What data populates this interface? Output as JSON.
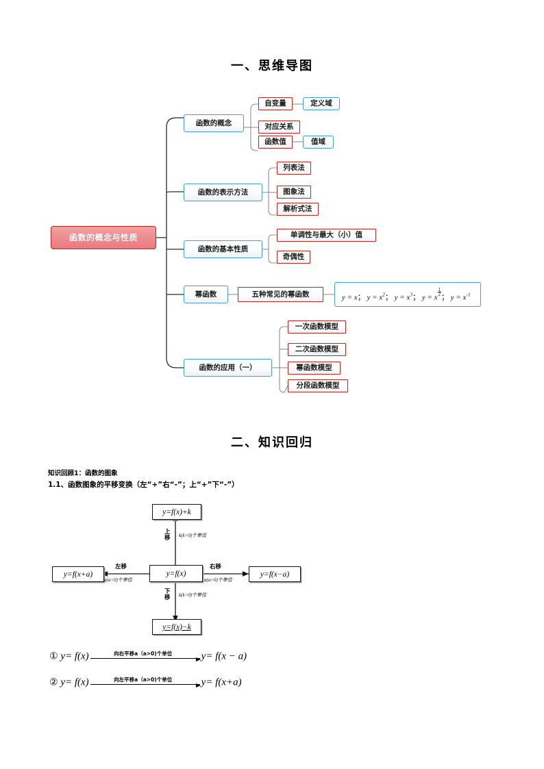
{
  "sections": {
    "one": "一、思维导图",
    "two": "二、知识回归"
  },
  "mindmap": {
    "root": "函数的概念与性质",
    "branches": [
      {
        "label": "函数的概念",
        "children": [
          {
            "label": "自变量",
            "leaf": "定义域"
          },
          {
            "label": "对应关系",
            "leaf": ""
          },
          {
            "label": "函数值",
            "leaf": "值域"
          }
        ]
      },
      {
        "label": "函数的表示方法",
        "children": [
          {
            "label": "列表法"
          },
          {
            "label": "图象法"
          },
          {
            "label": "解析式法"
          }
        ]
      },
      {
        "label": "函数的基本性质",
        "children": [
          {
            "label": "单调性与最大（小）值"
          },
          {
            "label": "奇偶性"
          }
        ]
      },
      {
        "label": "幂函数",
        "children": [
          {
            "label": "五种常见的幂函数"
          }
        ],
        "formula_text": "y = x ； y = x² ； y = x³ ； y = x^(1/2) ； y = x^(-1)"
      },
      {
        "label": "函数的应用（一）",
        "children": [
          {
            "label": "一次函数模型"
          },
          {
            "label": "二次函数模型"
          },
          {
            "label": "幂函数模型"
          },
          {
            "label": "分段函数模型"
          }
        ]
      }
    ]
  },
  "review": {
    "heading1": "知识回顾1：函数的图象",
    "heading2": "1.1、函数图象的平移变换（左“+”右“-”；上“+”下“-”）"
  },
  "shift_diagram": {
    "center": "y=f(x)",
    "top": "y=f(x)+k",
    "bottom": "y=f(x)−k",
    "left": "y=f(x+a)",
    "right": "y=f(x−a)",
    "up_label": "上移",
    "up_units": "k(k>0)个单位",
    "down_label": "下移",
    "down_units": "k(k>0)个单位",
    "left_label": "左移",
    "left_units": "a(a>0)个单位",
    "right_label": "右移",
    "right_units": "a(a>0)个单位"
  },
  "formulas": [
    {
      "marker": "①",
      "lhs_y": "y",
      "lhs": "= f(x)",
      "caption": "向右平移a（a>0)个单位",
      "rhs_y": "y",
      "rhs": "= f(x − a)"
    },
    {
      "marker": "②",
      "lhs_y": "y",
      "lhs": "= f(x)",
      "caption": "向左平移a（a>0)个单位",
      "rhs_y": "y",
      "rhs": "= f(x+a)"
    }
  ]
}
